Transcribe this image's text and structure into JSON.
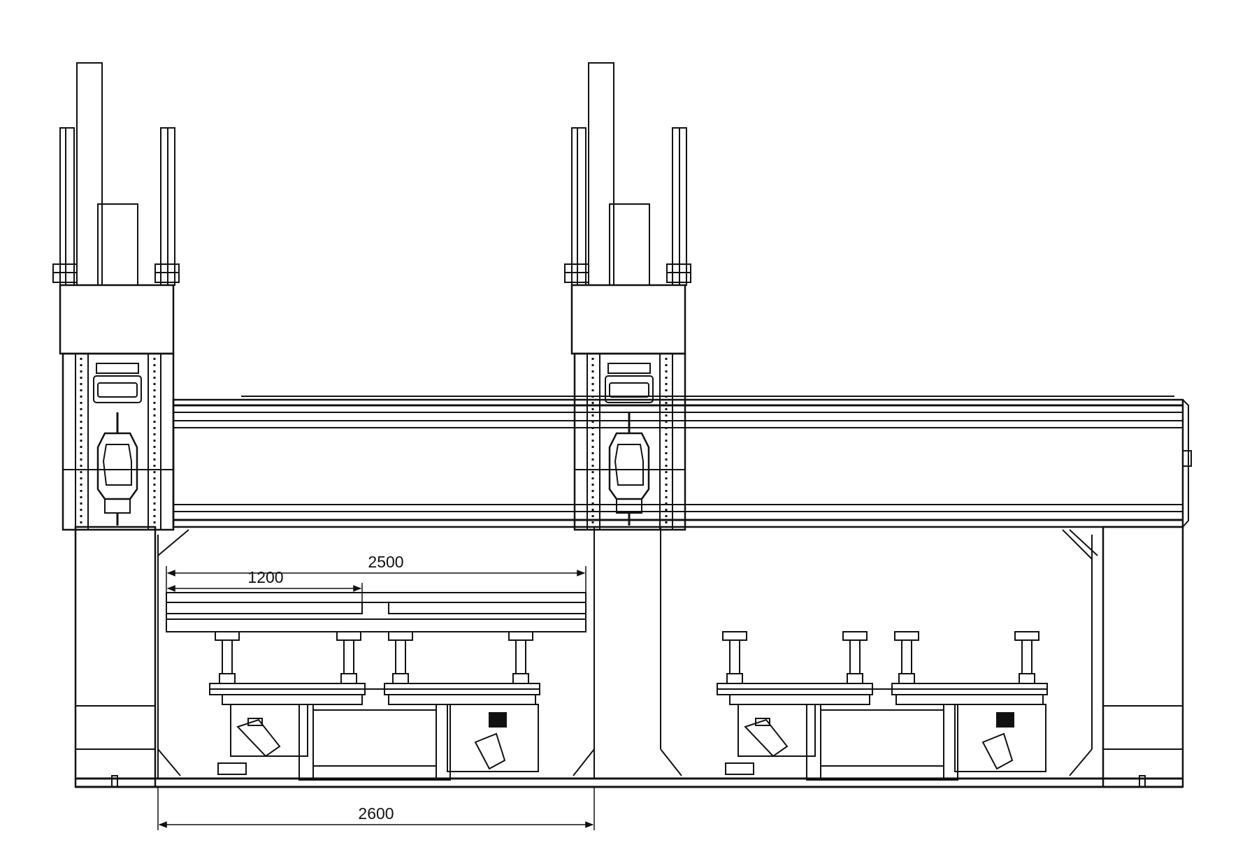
{
  "diagram": {
    "type": "technical-elevation-drawing",
    "line_color": "#111111",
    "background": "#ffffff",
    "dimensions": {
      "total_2500": "2500",
      "partial_1200": "1200",
      "bay_2600": "2600"
    }
  }
}
